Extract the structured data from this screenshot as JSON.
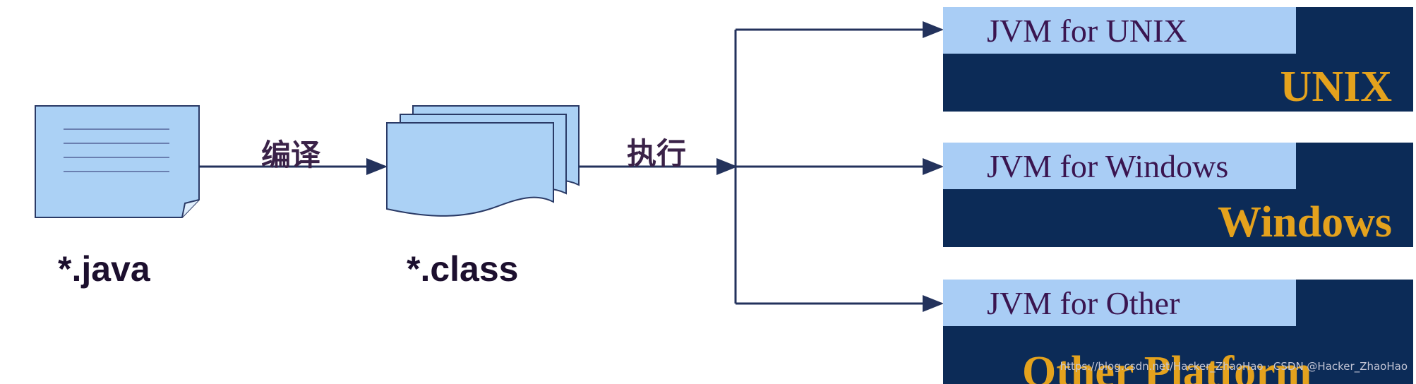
{
  "source_file": {
    "caption": "*.java",
    "icon": "document-icon"
  },
  "compile_step": {
    "label": "编译"
  },
  "class_files": {
    "caption": "*.class",
    "icon": "stacked-documents-icon"
  },
  "execute_step": {
    "label": "执行"
  },
  "platforms": [
    {
      "jvm": "JVM for UNIX",
      "os": "UNIX"
    },
    {
      "jvm": "JVM for Windows",
      "os": "Windows"
    },
    {
      "jvm": "JVM for Other",
      "os": "Other Platform"
    }
  ],
  "watermark": "https://blog.csdn.net/Hacker_ZhaoHao · CSDN @Hacker_ZhaoHao",
  "colors": {
    "document_fill": "#abd1f5",
    "document_stroke": "#2a3a66",
    "arrow": "#23325c",
    "platform_background": "#0c2b57",
    "jvm_box": "#a9cdf5",
    "os_text": "#e4a21d"
  }
}
